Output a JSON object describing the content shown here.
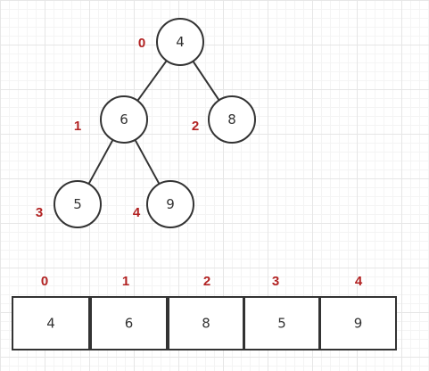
{
  "tree": {
    "nodes": [
      {
        "index": "0",
        "value": "4"
      },
      {
        "index": "1",
        "value": "6"
      },
      {
        "index": "2",
        "value": "8"
      },
      {
        "index": "3",
        "value": "5"
      },
      {
        "index": "4",
        "value": "9"
      }
    ],
    "edges": [
      [
        0,
        1
      ],
      [
        0,
        2
      ],
      [
        1,
        3
      ],
      [
        1,
        4
      ]
    ]
  },
  "array": {
    "cells": [
      {
        "index": "0",
        "value": "4"
      },
      {
        "index": "1",
        "value": "6"
      },
      {
        "index": "2",
        "value": "8"
      },
      {
        "index": "3",
        "value": "5"
      },
      {
        "index": "4",
        "value": "9"
      }
    ]
  },
  "colors": {
    "stroke": "#333333",
    "index_label": "#b22222",
    "text": "#333333"
  }
}
